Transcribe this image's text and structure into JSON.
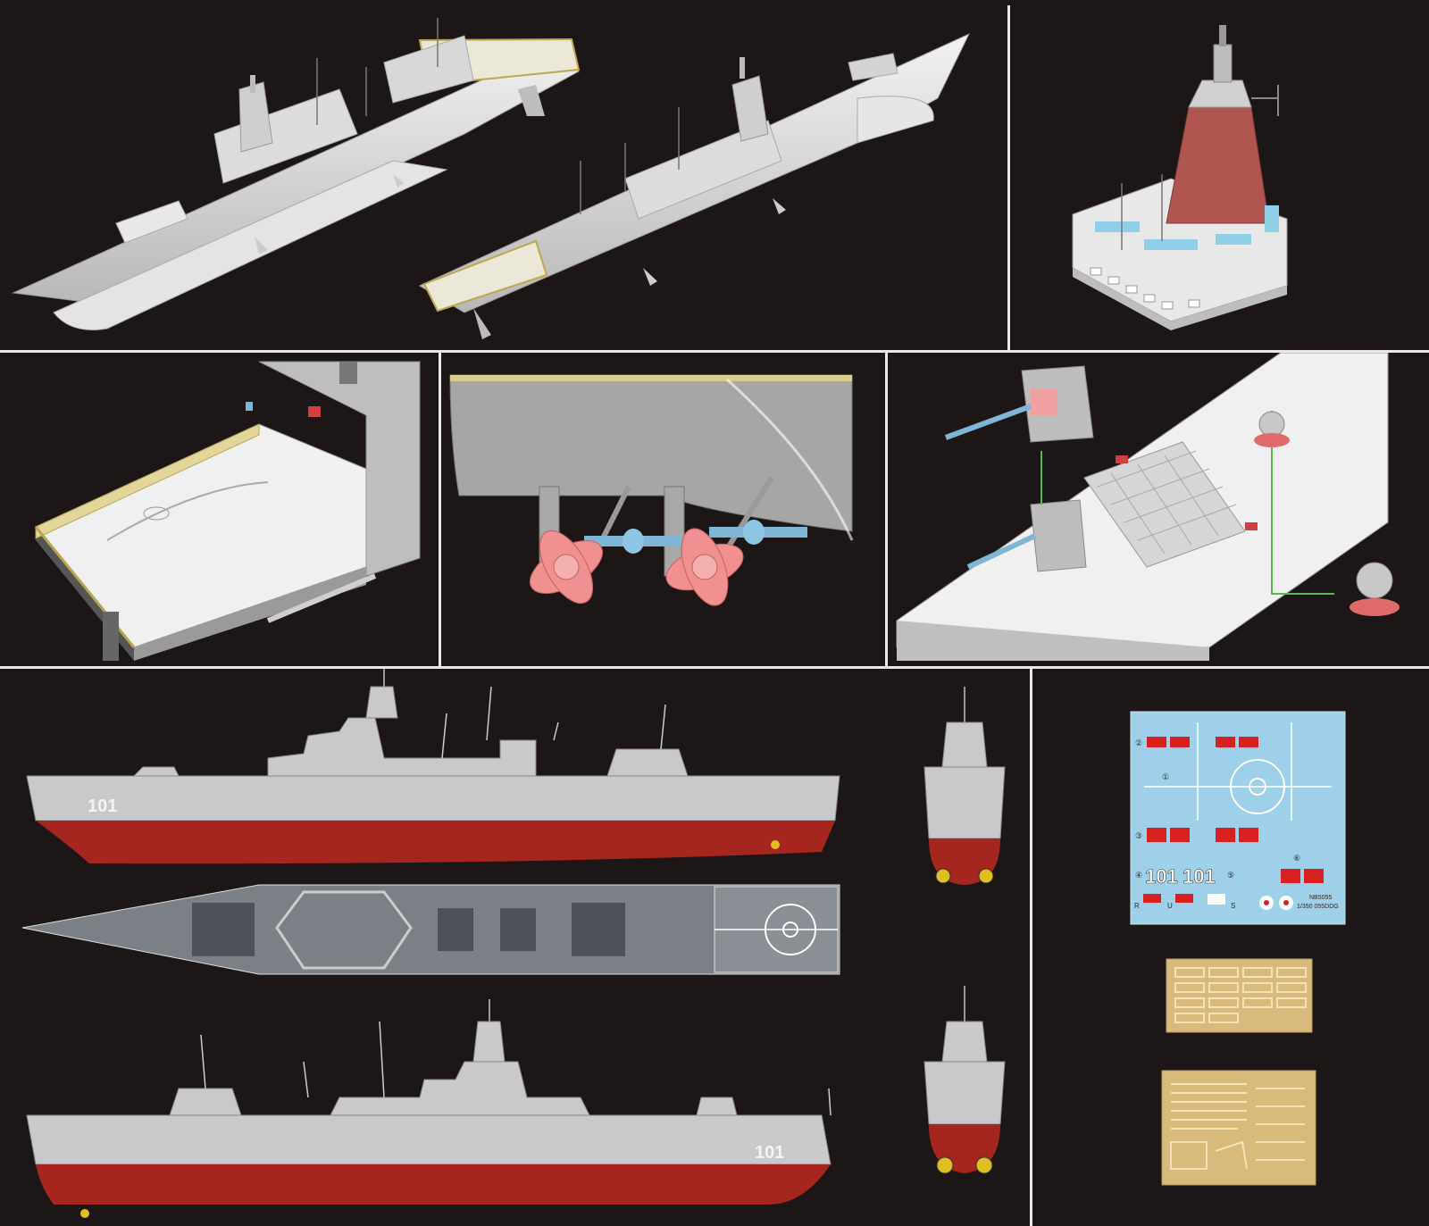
{
  "hull_number": "101",
  "decal_sheet": {
    "hull_numbers": [
      "101",
      "101"
    ],
    "index_labels": [
      "①",
      "②",
      "③",
      "④",
      "⑤",
      "⑥"
    ],
    "letter_labels": [
      "R",
      "U",
      "S"
    ],
    "product_code": "NB5055",
    "scale_label": "1/350 055DDG"
  },
  "colors": {
    "background": "#1d1616",
    "hull_gray": "#c9c9cb",
    "hull_red": "#a5261f",
    "deck_gray": "#7b7f86",
    "mast_red": "#b0554f",
    "propeller_pink": "#f09090",
    "shaft_blue": "#7fb6d6",
    "photo_etch_gold": "#d8bb7c",
    "decal_blue": "#9ed0ea",
    "guide_line_green": "#58b848"
  }
}
